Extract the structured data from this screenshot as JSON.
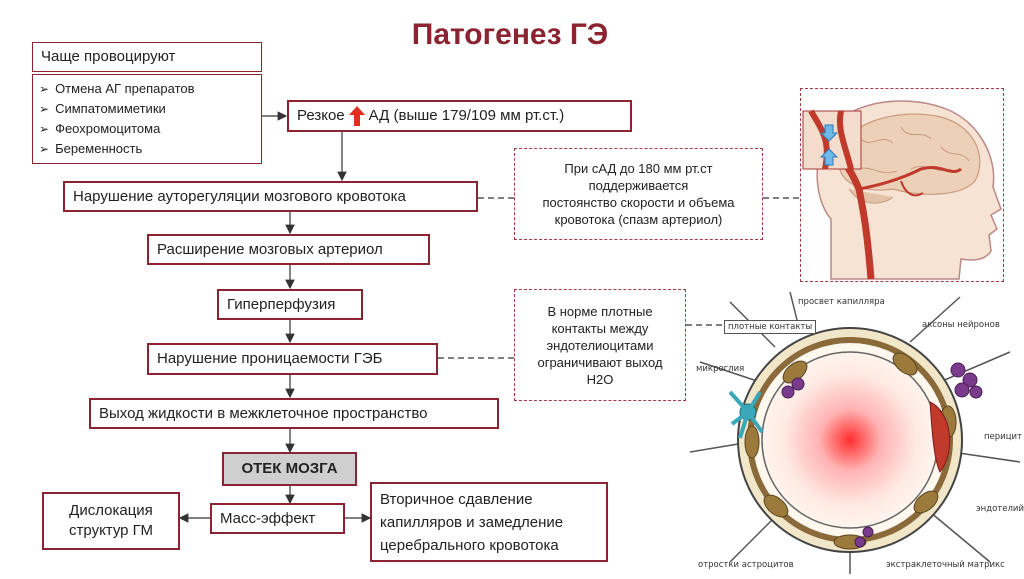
{
  "title": "Патогенез ГЭ",
  "triggers": {
    "header": "Чаще провоцируют",
    "items": [
      "Отмена АГ препаратов",
      "Симпатомиметики",
      "Феохромоцитома",
      "Беременность"
    ]
  },
  "flow": {
    "rise_bp_prefix": "Резкое",
    "rise_bp_suffix": "АД (выше 179/109 мм рт.ст.)",
    "autoregulation": "Нарушение ауторегуляции мозгового кровотока",
    "dilation": "Расширение мозговых артериол",
    "hyperperfusion": "Гиперперфузия",
    "permeability": "Нарушение проницаемости ГЭБ",
    "fluid_exit": "Выход жидкости в межклеточное пространство",
    "edema": "ОТЕК МОЗГА",
    "mass_effect": "Масс-эффект",
    "dislocation_line1": "Дислокация",
    "dislocation_line2": "структур ГМ",
    "compression_line1": "Вторичное сдавление",
    "compression_line2": "капилляров и замедление",
    "compression_line3": "церебрального кровотока"
  },
  "notes": {
    "autoregulation_note": [
      "При сАД до 180 мм рт.ст",
      "поддерживается",
      "постоянство скорости и объема",
      "кровотока (спазм артериол)"
    ],
    "bbb_note": [
      "В норме плотные",
      "контакты между",
      "эндотелиоцитами",
      "ограничивают выход",
      "Н2О"
    ]
  },
  "illustration": {
    "labels": {
      "lumen": "просвет капилляра",
      "tight": "плотные контакты",
      "axons": "аксоны нейронов",
      "microglia": "микроглия",
      "pericyte": "перицит",
      "endothelium": "эндотелий",
      "astro": "отростки астроцитов",
      "matrix": "экстраклеточный матрикс"
    }
  },
  "colors": {
    "accent": "#8b2330",
    "arrow": "#e03020",
    "dashed": "#a33a44"
  }
}
